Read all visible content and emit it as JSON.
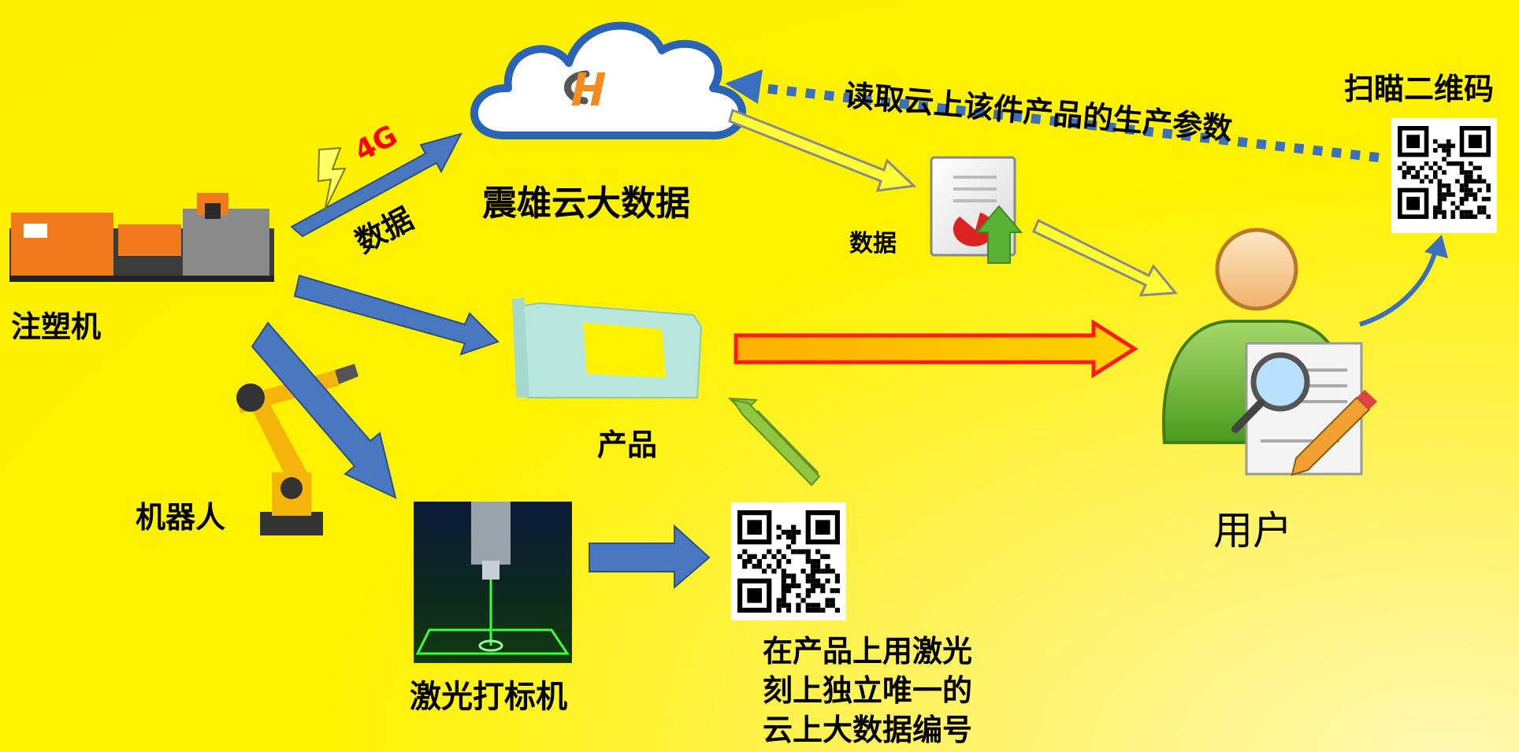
{
  "labels": {
    "cloud": "震雄云大数据",
    "read_params": "读取云上该件产品的生产参数",
    "scan_qr": "扫瞄二维码",
    "data_4g": "4G",
    "data_link": "数据",
    "data_doc": "数据",
    "injection_machine": "注塑机",
    "product": "产品",
    "robot": "机器人",
    "laser_marker": "激光打标机",
    "user": "用户"
  },
  "laser_note": {
    "line1": "在产品上用激光",
    "line2": "刻上独立唯一的",
    "line3": "云上大数据编号"
  },
  "logo": {
    "text": "CH"
  },
  "colors": {
    "background": "#fff200",
    "blue_arrow": "#4a78c0",
    "dotted_arrow": "#3b6fc0",
    "red_outline": "#ff1a1a",
    "orange_fill": "#ffb000",
    "green_arrow": "#8ec63f",
    "yellow_arrow": "#ffff33",
    "accent_4g": "#ff0000"
  }
}
